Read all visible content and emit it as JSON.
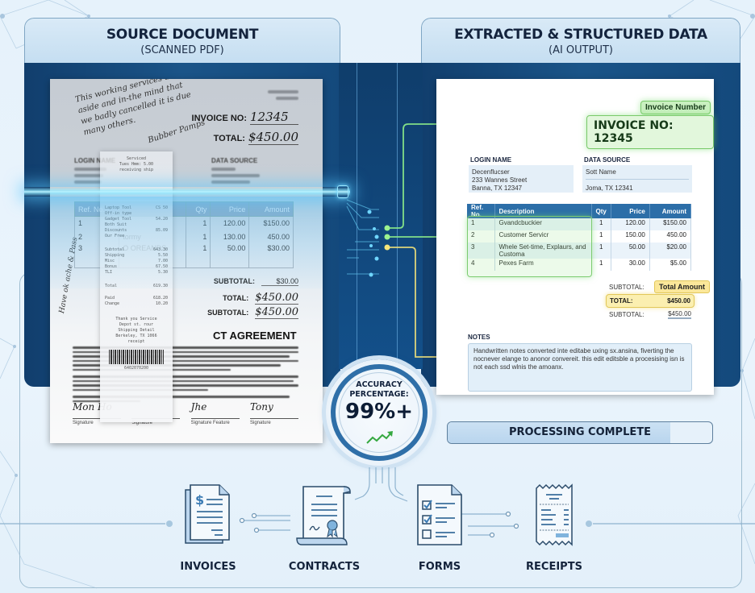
{
  "source_panel": {
    "title": "SOURCE DOCUMENT",
    "subtitle": "(SCANNED PDF)",
    "handwriting": "This working services are aside and in-the mind that we badly cancelled it is due many others.",
    "handwriting_signature": "Bubber Pamps",
    "invoice_label": "INVOICE NO:",
    "invoice_value": "12345",
    "total_label": "TOTAL:",
    "total_value": "$450.00",
    "login_name_label": "LOGIN NAME",
    "data_source_label": "DATA SOURCE",
    "table": {
      "headers": [
        "Ref. No.",
        "",
        "Qty",
        "Price",
        "Amount"
      ],
      "rows": [
        [
          "1",
          "",
          "1",
          "120.00",
          "$150.00"
        ],
        [
          "2",
          "tormy",
          "1",
          "130.00",
          "450.00"
        ],
        [
          "3",
          "O OREANDS",
          "1",
          "50.00",
          "$30.00"
        ]
      ]
    },
    "totals": [
      {
        "label": "SUBTOTAL:",
        "value": "$30.00"
      },
      {
        "label": "TOTAL:",
        "value": "$450.00"
      },
      {
        "label": "SUBTOTAL:",
        "value": "$450.00"
      }
    ],
    "agreement_title": "CT AGREEMENT",
    "signature_labels": [
      "Signature",
      "Signature",
      "Signature Feature",
      "Signature"
    ],
    "signatures": [
      "Mon Ho",
      "",
      "Jhe",
      "Tony"
    ],
    "receipt": {
      "header": [
        "Serviced",
        "Tues Hmm: 5.00",
        "receiving ship"
      ],
      "lines": [
        [
          "Laptop Tool",
          "CS 50"
        ],
        [
          "Off-in type",
          ""
        ],
        [
          "Gadget Tool",
          "54.20"
        ],
        [
          "Both Suit",
          ""
        ],
        [
          "Discounts",
          "85.09"
        ],
        [
          "Our Free",
          ""
        ],
        [
          "Subtotal",
          "643.30"
        ],
        [
          "Shipping",
          "5.50"
        ],
        [
          "Misc",
          "7.00"
        ],
        [
          "Bonus",
          "67.50"
        ],
        [
          "TLI",
          "5.30"
        ],
        [
          "Total",
          "619.30"
        ],
        [
          "Paid",
          "618.20"
        ],
        [
          "Change",
          "10.20"
        ]
      ],
      "footer": [
        "Thank you Service",
        "Depot st. rour",
        "Shipping Detail",
        "Berkeley, TX 1066",
        "receipt"
      ],
      "barcode_number": "6402070200"
    }
  },
  "output_panel": {
    "title": "EXTRACTED & STRUCTURED DATA",
    "subtitle": "(AI OUTPUT)",
    "invoice_tag_label": "Invoice Number",
    "invoice_value": "INVOICE NO: 12345",
    "login_name_label": "LOGIN NAME",
    "login_name_lines": [
      "Decenflucser",
      "233 Wannes Street",
      "Banna, TX 12347"
    ],
    "data_source_label": "DATA SOURCE",
    "data_source_lines": [
      "Sott Name",
      "Joma, TX 12341"
    ],
    "table": {
      "headers": [
        "Ref. No.",
        "Description",
        "Qty",
        "Price",
        "Amount"
      ],
      "rows": [
        [
          "1",
          "Gvandcbuckier",
          "1",
          "120.00",
          "$150.00"
        ],
        [
          "2",
          "Customer Servicr",
          "1",
          "150.00",
          "450.00"
        ],
        [
          "3",
          "Whele Set-time, Explaurs, and Customa",
          "1",
          "50.00",
          "$20.00"
        ],
        [
          "4",
          "Pexes Farm",
          "1",
          "30.00",
          "$5.00"
        ]
      ]
    },
    "total_tag_label": "Total Amount",
    "totals": [
      {
        "label": "SUBTOTAL:",
        "value": ""
      },
      {
        "label": "TOTAL:",
        "value": "$450.00"
      },
      {
        "label": "SUBTOTAL:",
        "value": "$450.00"
      }
    ],
    "notes_label": "NOTES",
    "notes_text": "Handwritten notes converted inte editabe uxing sx.ansina, fiverting the nocnever elange to anonor convereit. this edit editsble a procesising isn is not each ssd wlnis the amoanx.",
    "processing_label": "PROCESSING COMPLETE",
    "processing_progress": 84
  },
  "accuracy": {
    "label": "ACCURACY PERCENTAGE:",
    "value": "99%+"
  },
  "categories": [
    {
      "label": "INVOICES",
      "icon": "invoice-icon"
    },
    {
      "label": "CONTRACTS",
      "icon": "contract-icon"
    },
    {
      "label": "FORMS",
      "icon": "form-icon"
    },
    {
      "label": "RECEIPTS",
      "icon": "receipt-icon"
    }
  ],
  "colors": {
    "panel_dark": "#113e6d",
    "header_light": "#c5def1",
    "highlight_green": "#79c96a",
    "highlight_yellow": "#e2c75a",
    "table_header": "#2c6ea8",
    "beam": "#9be6ff"
  }
}
